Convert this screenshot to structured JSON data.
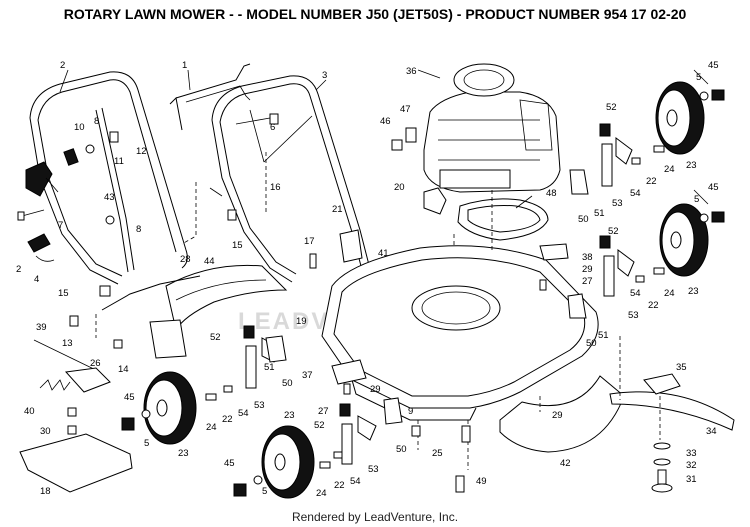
{
  "title": "ROTARY LAWN MOWER - - MODEL NUMBER J50 (JET50S) - PRODUCT NUMBER 954 17 02-20",
  "credit": "Rendered by LeadVenture, Inc.",
  "watermark": "LEADVENTURE",
  "part_numbers": [
    "1",
    "2",
    "3",
    "4",
    "5",
    "6",
    "7",
    "8",
    "9",
    "10",
    "11",
    "12",
    "13",
    "14",
    "15",
    "16",
    "17",
    "18",
    "19",
    "20",
    "21",
    "22",
    "23",
    "24",
    "25",
    "26",
    "27",
    "28",
    "29",
    "30",
    "31",
    "32",
    "33",
    "34",
    "35",
    "36",
    "37",
    "38",
    "39",
    "40",
    "41",
    "42",
    "43",
    "44",
    "45",
    "46",
    "47",
    "48",
    "49",
    "50",
    "51",
    "52",
    "53",
    "54"
  ],
  "callouts": [
    {
      "id": "c2",
      "text": "2"
    },
    {
      "id": "c1",
      "text": "1"
    },
    {
      "id": "c3",
      "text": "3"
    },
    {
      "id": "c36",
      "text": "36"
    },
    {
      "id": "c45a",
      "text": "45"
    },
    {
      "id": "c5a",
      "text": "5"
    },
    {
      "id": "c10",
      "text": "10"
    },
    {
      "id": "c8a",
      "text": "8"
    },
    {
      "id": "c11",
      "text": "11"
    },
    {
      "id": "c12",
      "text": "12"
    },
    {
      "id": "c6",
      "text": "6"
    },
    {
      "id": "c47",
      "text": "47"
    },
    {
      "id": "c46",
      "text": "46"
    },
    {
      "id": "c52a",
      "text": "52"
    },
    {
      "id": "c23a",
      "text": "23"
    },
    {
      "id": "c24a",
      "text": "24"
    },
    {
      "id": "c22a",
      "text": "22"
    },
    {
      "id": "c54a",
      "text": "54"
    },
    {
      "id": "c53a",
      "text": "53"
    },
    {
      "id": "c51a",
      "text": "51"
    },
    {
      "id": "c50a",
      "text": "50"
    },
    {
      "id": "c16",
      "text": "16"
    },
    {
      "id": "c20",
      "text": "20"
    },
    {
      "id": "c43",
      "text": "43"
    },
    {
      "id": "c48",
      "text": "48"
    },
    {
      "id": "c7",
      "text": "7"
    },
    {
      "id": "c8b",
      "text": "8"
    },
    {
      "id": "c15a",
      "text": "15"
    },
    {
      "id": "c21",
      "text": "21"
    },
    {
      "id": "c17",
      "text": "17"
    },
    {
      "id": "c45b",
      "text": "45"
    },
    {
      "id": "c5b",
      "text": "5"
    },
    {
      "id": "c4",
      "text": "4"
    },
    {
      "id": "c2s",
      "text": "2"
    },
    {
      "id": "c41",
      "text": "41"
    },
    {
      "id": "c52b",
      "text": "52"
    },
    {
      "id": "c38",
      "text": "38"
    },
    {
      "id": "c29a",
      "text": "29"
    },
    {
      "id": "c28",
      "text": "28"
    },
    {
      "id": "c44",
      "text": "44"
    },
    {
      "id": "c15b",
      "text": "15"
    },
    {
      "id": "c27a",
      "text": "27"
    },
    {
      "id": "c23b",
      "text": "23"
    },
    {
      "id": "c24b",
      "text": "24"
    },
    {
      "id": "c22b",
      "text": "22"
    },
    {
      "id": "c54b",
      "text": "54"
    },
    {
      "id": "c39",
      "text": "39"
    },
    {
      "id": "c13",
      "text": "13"
    },
    {
      "id": "c19",
      "text": "19"
    },
    {
      "id": "c53b",
      "text": "53"
    },
    {
      "id": "c51b",
      "text": "51"
    },
    {
      "id": "c50b",
      "text": "50"
    },
    {
      "id": "c14",
      "text": "14"
    },
    {
      "id": "c52c",
      "text": "52"
    },
    {
      "id": "c26",
      "text": "26"
    },
    {
      "id": "c35",
      "text": "35"
    },
    {
      "id": "c51c",
      "text": "51"
    },
    {
      "id": "c37",
      "text": "37"
    },
    {
      "id": "c50c",
      "text": "50"
    },
    {
      "id": "c29b",
      "text": "29"
    },
    {
      "id": "c40",
      "text": "40"
    },
    {
      "id": "c45c",
      "text": "45"
    },
    {
      "id": "c53c",
      "text": "53"
    },
    {
      "id": "c24c",
      "text": "24"
    },
    {
      "id": "c22c",
      "text": "22"
    },
    {
      "id": "c54c",
      "text": "54"
    },
    {
      "id": "c30",
      "text": "30"
    },
    {
      "id": "c5c",
      "text": "5"
    },
    {
      "id": "c9",
      "text": "9"
    },
    {
      "id": "c27b",
      "text": "27"
    },
    {
      "id": "c29c",
      "text": "29"
    },
    {
      "id": "c23c",
      "text": "23"
    },
    {
      "id": "c52d",
      "text": "52"
    },
    {
      "id": "c23d",
      "text": "23"
    },
    {
      "id": "c34",
      "text": "34"
    },
    {
      "id": "c24d",
      "text": "24"
    },
    {
      "id": "c22d",
      "text": "22"
    },
    {
      "id": "c50d",
      "text": "50"
    },
    {
      "id": "c25",
      "text": "25"
    },
    {
      "id": "c42",
      "text": "42"
    },
    {
      "id": "c33",
      "text": "33"
    },
    {
      "id": "c45d",
      "text": "45"
    },
    {
      "id": "c53d",
      "text": "53"
    },
    {
      "id": "c54d",
      "text": "54"
    },
    {
      "id": "c32",
      "text": "32"
    },
    {
      "id": "c49",
      "text": "49"
    },
    {
      "id": "c18",
      "text": "18"
    },
    {
      "id": "c5d",
      "text": "5"
    },
    {
      "id": "c31",
      "text": "31"
    }
  ]
}
